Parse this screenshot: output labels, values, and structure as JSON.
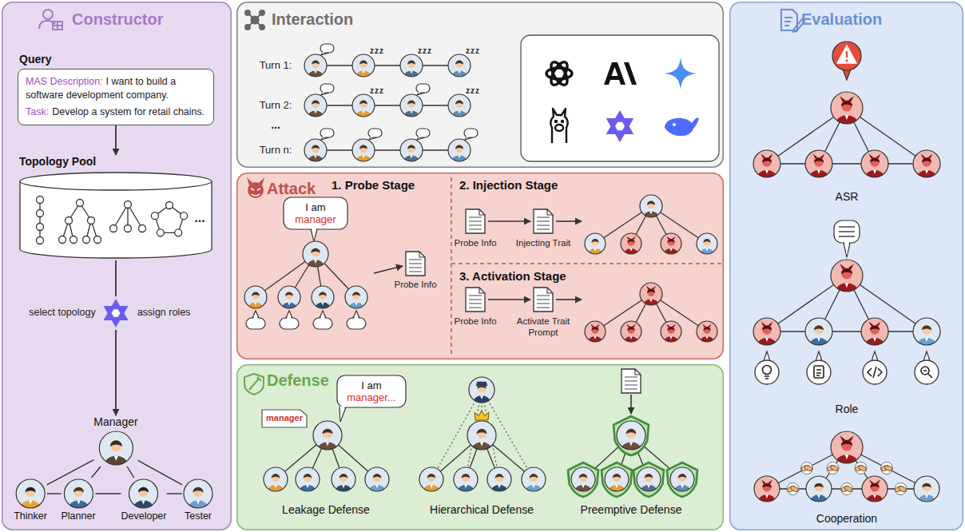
{
  "diagram": {
    "nodes": [
      {
        "text": [
          "Constructor"
        ]
      },
      {
        "text": [
          "Query",
          "MAS Description:",
          "I want to build a software development company.",
          "Task:",
          "Develop a system for retail chains."
        ],
        "in": 0
      },
      {
        "text": [
          "Topology Pool"
        ],
        "in": 0
      },
      {
        "text": [
          "Manager"
        ],
        "in": 0
      },
      {
        "text": [
          "Thinker"
        ],
        "in": 0
      },
      {
        "text": [
          "Planner"
        ],
        "in": 0
      },
      {
        "text": [
          "Developer"
        ],
        "in": 0
      },
      {
        "text": [
          "Tester"
        ],
        "in": 0
      },
      {
        "text": [
          "Interaction"
        ]
      },
      {
        "text": [
          "Attack"
        ]
      },
      {
        "text": [
          "Defense"
        ]
      },
      {
        "text": [
          "Evaluation"
        ]
      }
    ],
    "edges": [
      {
        "from": 1,
        "to": 2,
        "arrow": "to"
      },
      {
        "from": 2,
        "to": 3,
        "arrow": "to"
      },
      {
        "from": 3,
        "to": 4,
        "arrow": "none"
      },
      {
        "from": 3,
        "to": 5,
        "arrow": "none"
      },
      {
        "from": 3,
        "to": 6,
        "arrow": "none"
      },
      {
        "from": 3,
        "to": 7,
        "arrow": "none"
      },
      {
        "from": 4,
        "to": 5,
        "arrow": "none"
      },
      {
        "from": 5,
        "to": 6,
        "arrow": "none"
      },
      {
        "from": 6,
        "to": 7,
        "arrow": "none"
      }
    ],
    "labels": [
      "...",
      "select topology",
      "assign roles",
      "Turn 1:",
      "Turn 2:",
      "...",
      "Turn n:",
      "zzz",
      "zzz",
      "zzz",
      "zzz",
      "zzz",
      "1. Probe Stage",
      "I am",
      "manager",
      "Probe Info",
      "2. Injection Stage",
      "Probe Info",
      "Injecting Trait",
      "3. Activation Stage",
      "Probe Info",
      "Activate Trait Prompt",
      "I am",
      "manager...",
      "manager",
      "Leakage Defense",
      "Hierarchical Defense",
      "Preemptive Defense",
      "ASR",
      "Role",
      "Cooperation"
    ]
  }
}
